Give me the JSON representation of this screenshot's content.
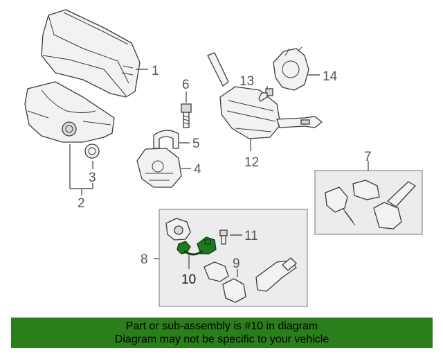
{
  "callouts": {
    "c1": "1",
    "c2": "2",
    "c3": "3",
    "c4": "4",
    "c5": "5",
    "c6": "6",
    "c7": "7",
    "c8": "8",
    "c9": "9",
    "c10": "10",
    "c11": "11",
    "c12": "12",
    "c13": "13",
    "c14": "14"
  },
  "banner": {
    "line1": "Part or sub-assembly is #10 in diagram",
    "line2": "Diagram may not be specific to your vehicle"
  },
  "colors": {
    "banner_bg": "#2a7e1b",
    "highlight_part": "#1f7a1f",
    "box_bg": "#ececec"
  }
}
